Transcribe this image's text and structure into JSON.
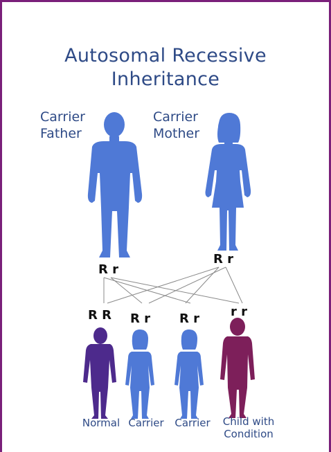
{
  "title_line1": "Autosomal Recessive",
  "title_line2": "Inheritance",
  "father": {
    "label_line1": "Carrier",
    "label_line2": "Father",
    "genotype": "R r"
  },
  "mother": {
    "label_line1": "Carrier",
    "label_line2": "Mother",
    "genotype": "R r"
  },
  "children": [
    {
      "genotype": "R R",
      "label": "Normal"
    },
    {
      "genotype": "R r",
      "label": "Carrier"
    },
    {
      "genotype": "R r",
      "label": "Carrier"
    },
    {
      "genotype": "r r",
      "label": "Child with Condition",
      "label_line1": "Child with",
      "label_line2": "Condition"
    }
  ],
  "colors": {
    "frame": "#7a1f7a",
    "title": "#2e4a86",
    "parent_figure": "#4f79d6",
    "child_normal": "#4d2a8c",
    "child_carrier": "#4f79d6",
    "child_condition": "#7d1f5a"
  }
}
